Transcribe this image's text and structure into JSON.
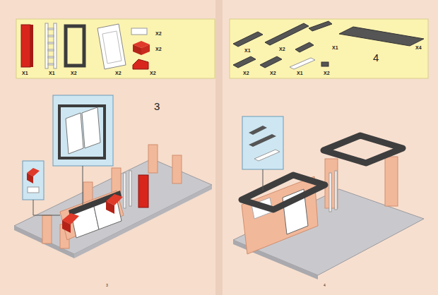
{
  "diagram": {
    "labels": [
      "X1",
      "X1",
      "X2",
      "X2",
      "X2",
      "X2",
      "X2",
      "X1",
      "X2",
      "X1",
      "X4",
      "X2",
      "X2",
      "X1",
      "X2",
      "3",
      "4",
      "3",
      "4"
    ]
  }
}
